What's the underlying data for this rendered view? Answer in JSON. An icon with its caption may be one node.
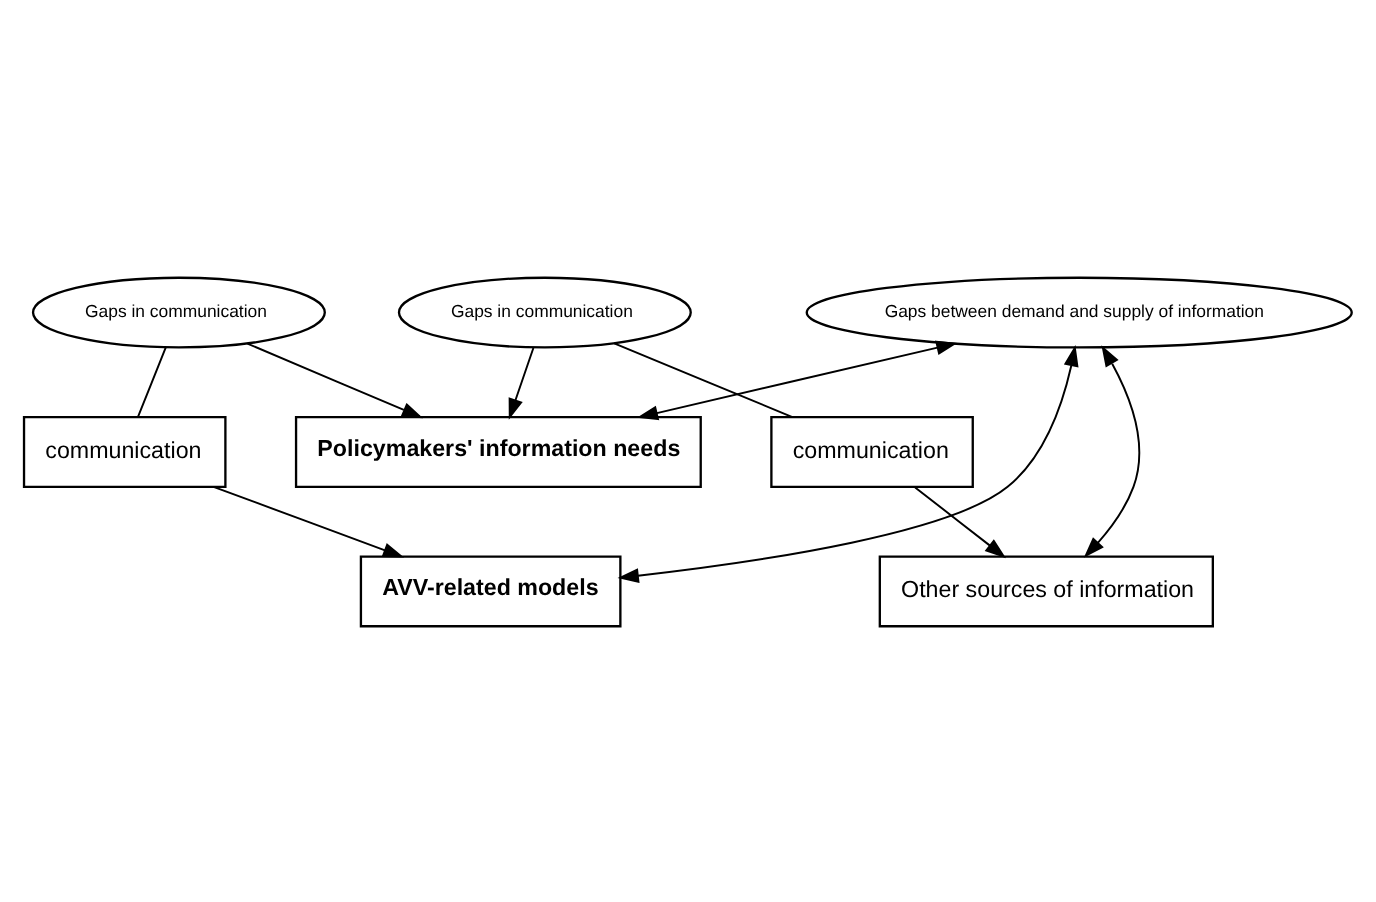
{
  "diagram": {
    "nodes": [
      {
        "text": [
          "Policymakers' information needs"
        ]
      },
      {
        "text": [
          "Gaps in communication"
        ]
      },
      {
        "text": [
          "communication"
        ]
      },
      {
        "text": [
          "Gaps between demand and supply of information"
        ]
      },
      {
        "text": [
          "Gaps in communication"
        ]
      },
      {
        "text": [
          "communication"
        ]
      },
      {
        "text": [
          "AVV-related models"
        ]
      },
      {
        "text": [
          "Other sources of information"
        ]
      }
    ],
    "edges": [
      {
        "from": 1,
        "to": 0,
        "arrow": "to"
      },
      {
        "from": 1,
        "to": 2,
        "arrow": "none"
      },
      {
        "from": 2,
        "to": 6,
        "arrow": "to"
      },
      {
        "from": 4,
        "to": 0,
        "arrow": "to"
      },
      {
        "from": 4,
        "to": 5,
        "arrow": "none"
      },
      {
        "from": 5,
        "to": 7,
        "arrow": "to"
      },
      {
        "from": 3,
        "to": 0,
        "arrow": "both"
      },
      {
        "from": 3,
        "to": 6,
        "arrow": "both"
      },
      {
        "from": 3,
        "to": 7,
        "arrow": "both"
      }
    ]
  }
}
